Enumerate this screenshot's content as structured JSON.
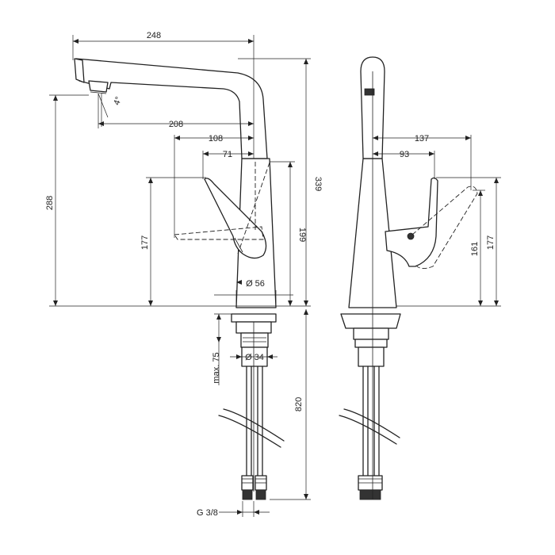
{
  "dimensions": {
    "spout_reach": "248",
    "aerator_reach": "208",
    "handle_reach": "108",
    "handle_pivot": "71",
    "aerator_height": "288",
    "total_height": "339",
    "handle_height_left": "177",
    "body_height": "199",
    "base_diameter": "Ø 56",
    "max_thickness": "max. 75",
    "pipe_diameter": "Ø 34",
    "hose_length": "820",
    "connection_thread": "G 3/8",
    "side_handle_reach": "137",
    "side_body_reach": "93",
    "side_handle_height": "161",
    "side_handle_height_total": "177",
    "spray_angle": "4°"
  }
}
